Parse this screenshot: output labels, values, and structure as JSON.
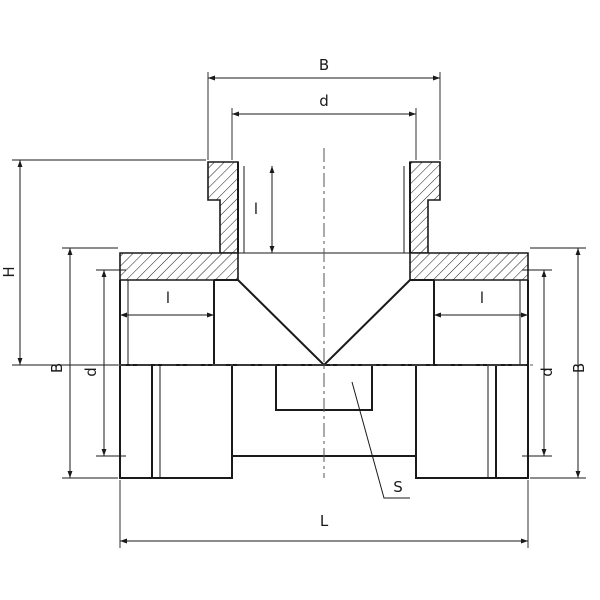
{
  "labels": {
    "top_outer_width": "B",
    "top_thread_diameter": "d",
    "height": "H",
    "top_thread_length": "l",
    "left_thread_length": "l",
    "right_thread_length": "l",
    "left_outer_width": "B",
    "left_thread_diameter": "d",
    "right_thread_diameter": "d",
    "right_outer_width": "B",
    "wall_thickness": "S",
    "total_length": "L"
  },
  "colors": {
    "line": "#1a1a1a",
    "background": "#ffffff"
  }
}
